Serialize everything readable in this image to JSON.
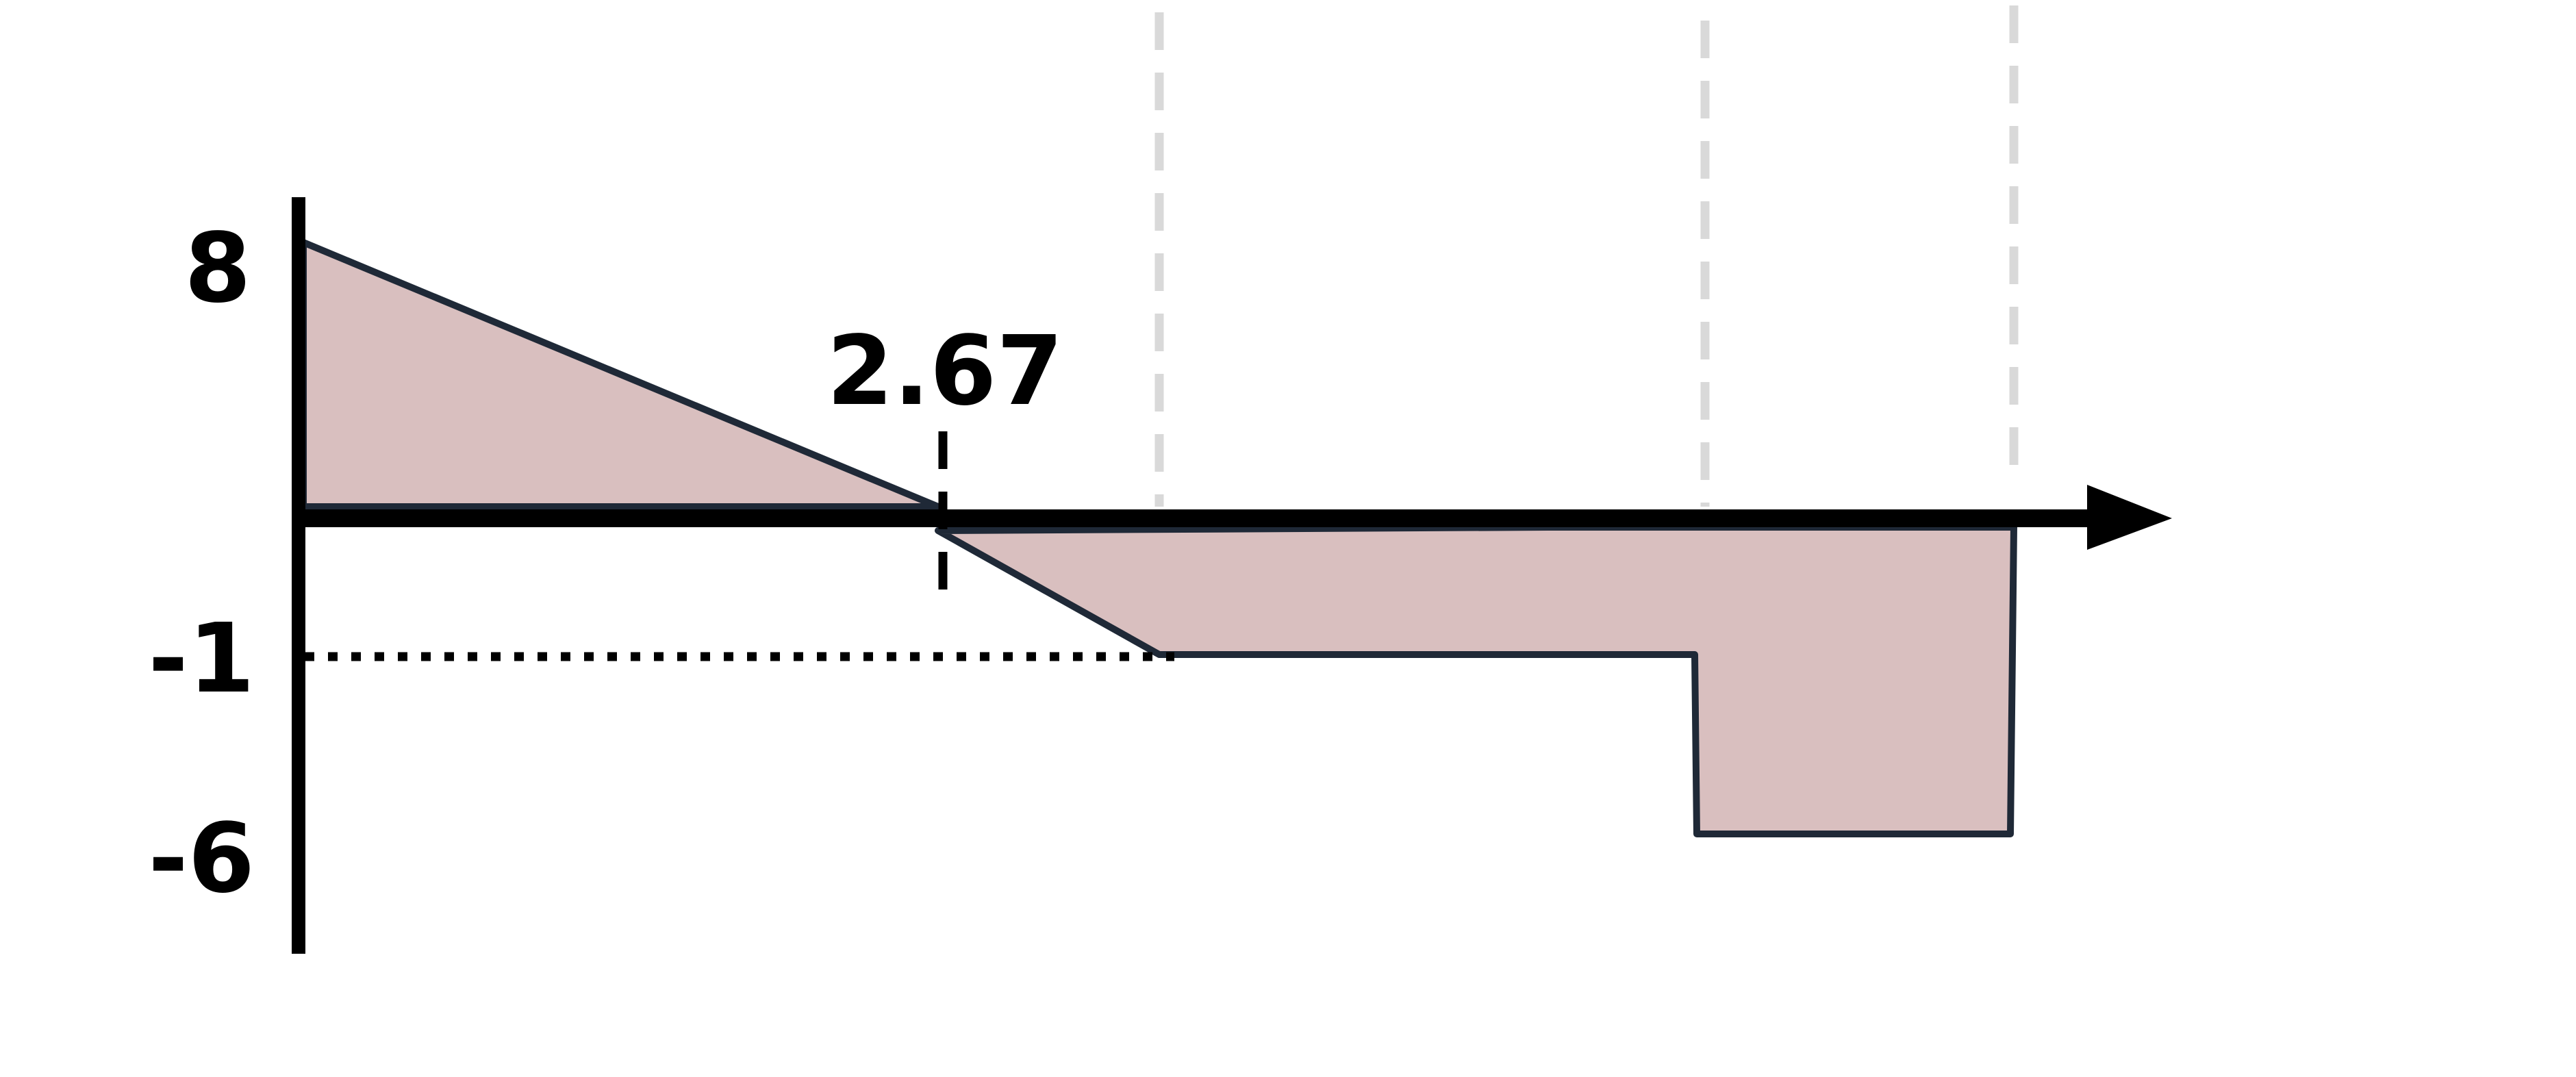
{
  "diagram": {
    "labels": {
      "y_max": "8",
      "y_mid": "-1",
      "y_min": "-6",
      "zero_crossing": "2.67"
    }
  },
  "colors": {
    "fill": "#d9bfbf",
    "outline": "#1f2937",
    "axis": "#000000",
    "guide": "#d9d9d9"
  }
}
